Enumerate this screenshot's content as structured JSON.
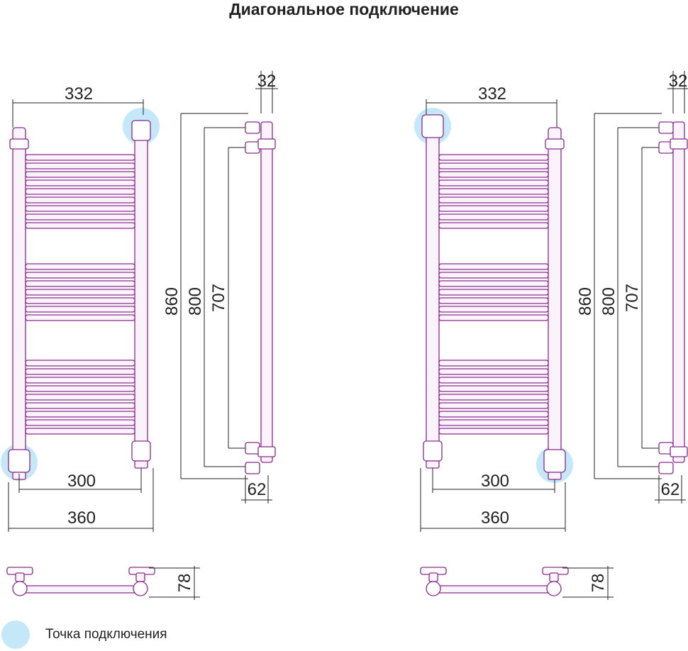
{
  "title": "Диагональное подключение",
  "legend": {
    "icon": "connection-point-icon",
    "label": "Точка подключения",
    "color": "#bfe6f8"
  },
  "colors": {
    "pipe": "#8a2a8e",
    "dimension": "#222222",
    "highlight": "#bfe6f8"
  },
  "views": [
    {
      "name": "left",
      "connection": "top-right / bottom-left",
      "dims": {
        "top_width": "332",
        "bottom_inner": "300",
        "bottom_outer": "360",
        "height_total": "860",
        "height_mid": "800",
        "height_inner": "707",
        "side_top": "32",
        "side_bottom": "62",
        "depth": "78"
      }
    },
    {
      "name": "right",
      "connection": "top-left / bottom-right",
      "dims": {
        "top_width": "332",
        "bottom_inner": "300",
        "bottom_outer": "360",
        "height_total": "860",
        "height_mid": "800",
        "height_inner": "707",
        "side_top": "32",
        "side_bottom": "62",
        "depth": "78"
      }
    }
  ]
}
